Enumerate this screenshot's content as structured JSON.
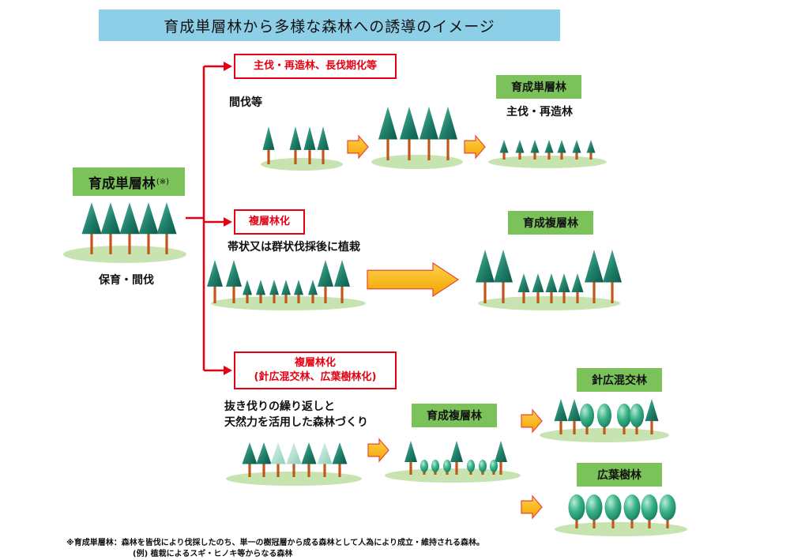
{
  "title": "育成単層林から多様な森林への誘導のイメージ",
  "source": {
    "label": "育成単層林",
    "note": "(※)",
    "caption": "保育・間伐"
  },
  "branches": {
    "top": {
      "box": "主伐・再造林、長伐期化等",
      "caption": "間伐等",
      "result_label": "育成単層林",
      "result_caption": "主伐・再造林"
    },
    "middle": {
      "box": "複層林化",
      "caption": "帯状又は群状伐採後に植栽",
      "result_label": "育成複層林"
    },
    "bottom": {
      "box_line1": "複層林化",
      "box_line2": "(針広混交林、広葉樹林化)",
      "caption_line1": "抜き伐りの繰り返しと",
      "caption_line2": "天然力を活用した森林づくり",
      "mid_label": "育成複層林",
      "result1_label": "針広混交林",
      "result2_label": "広葉樹林"
    }
  },
  "footnote": {
    "line1": "※育成単層林：森林を皆伐により伐採したのち、単一の樹冠層から成る森林として人為により成立・維持される森林。",
    "line2": "(例) 植栽によるスギ・ヒノキ等からなる森林"
  },
  "colors": {
    "title_bg": "#8ecfe8",
    "label_green": "#7cc25a",
    "arrow_red": "#e60012",
    "arrow_yellow": "#f7b500",
    "ground": "#c7e3b0",
    "conifer_dark": "#1f7f6a",
    "conifer_light": "#9ed5c4",
    "broadleaf": "#3cb38a",
    "trunk": "#c2571a"
  }
}
